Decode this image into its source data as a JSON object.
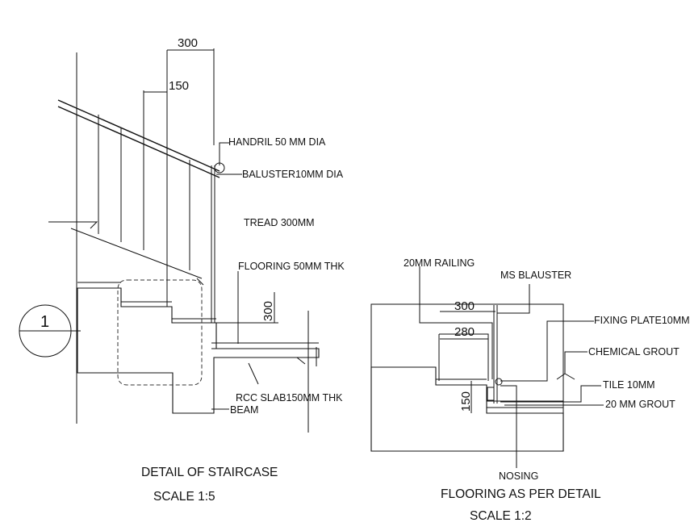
{
  "staircase": {
    "dims": {
      "d300": "300",
      "d150": "150",
      "riser": "300"
    },
    "labels": {
      "handrail": "HANDRIL 50 MM DIA",
      "baluster": "BALUSTER10MM DIA",
      "tread": "TREAD 300MM",
      "flooring": "FLOORING 50MM THK",
      "slab": "RCC SLAB150MM THK",
      "beam": "BEAM"
    },
    "section_tag": "1",
    "title": "DETAIL OF STAIRCASE",
    "scale": "SCALE 1:5"
  },
  "flooring": {
    "dims": {
      "d300": "300",
      "d280": "280",
      "d150": "150"
    },
    "labels": {
      "railing": "20MM RAILING",
      "blauster": "MS BLAUSTER",
      "fixing_plate": "FIXING PLATE10MM",
      "grout": "CHEMICAL GROUT",
      "tile": "TILE 10MM",
      "grout20": "20 MM GROUT",
      "nosing": "NOSING"
    },
    "title": "FLOORING AS PER DETAIL",
    "scale": "SCALE 1:2"
  }
}
